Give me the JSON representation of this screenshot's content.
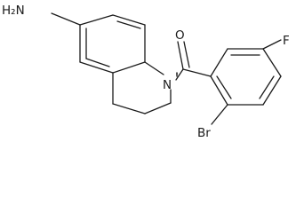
{
  "molecule": {
    "labels": {
      "amine": "H₂N",
      "oxygen": "O",
      "nitrogen": "N",
      "fluorine": "F",
      "bromine": "Br"
    }
  }
}
